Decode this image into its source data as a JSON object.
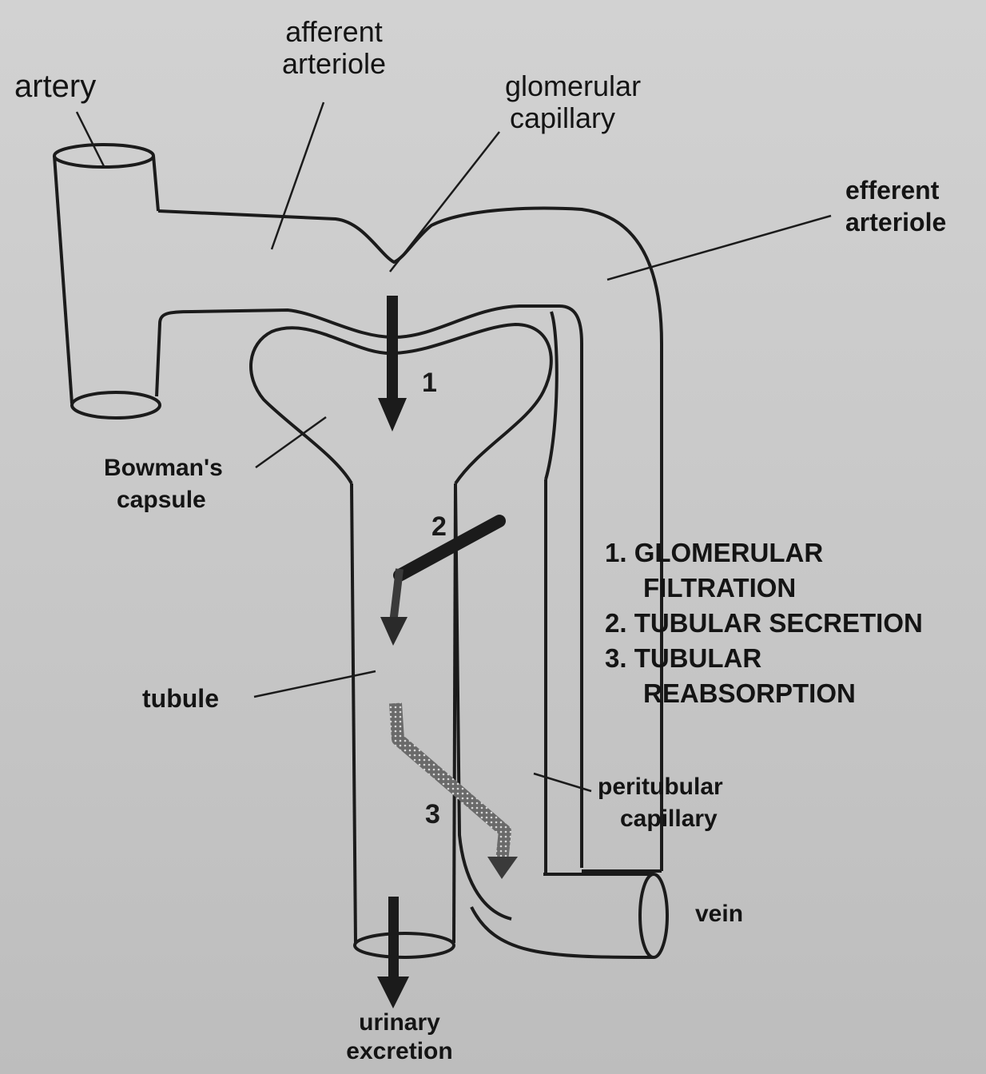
{
  "labels": {
    "artery": "artery",
    "afferent_arteriole_line1": "afferent",
    "afferent_arteriole_line2": "arteriole",
    "glomerular_capillary_line1": "glomerular",
    "glomerular_capillary_line2": "capillary",
    "efferent_arteriole_line1": "efferent",
    "efferent_arteriole_line2": "arteriole",
    "bowmans_capsule_line1": "Bowman's",
    "bowmans_capsule_line2": "capsule",
    "tubule": "tubule",
    "peritubular_capillary_line1": "peritubular",
    "peritubular_capillary_line2": "capillary",
    "vein": "vein",
    "urinary_excretion_line1": "urinary",
    "urinary_excretion_line2": "excretion"
  },
  "arrow_numbers": {
    "filtration": "1",
    "secretion": "2",
    "reabsorption": "3"
  },
  "legend": {
    "item1_line1": "1. GLOMERULAR",
    "item1_line2": "FILTRATION",
    "item2": "2. TUBULAR SECRETION",
    "item3_line1": "3. TUBULAR",
    "item3_line2": "REABSORPTION"
  }
}
